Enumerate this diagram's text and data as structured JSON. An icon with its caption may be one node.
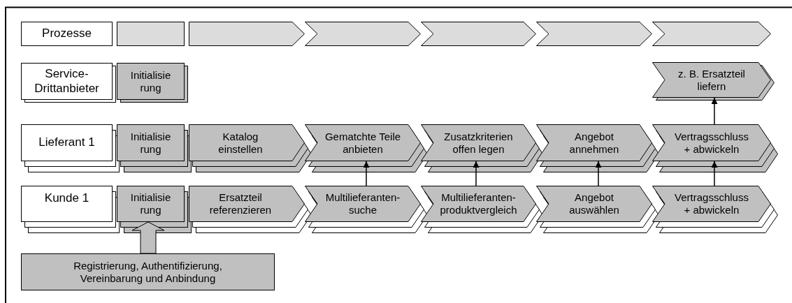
{
  "diagram": {
    "nodes": [
      {
        "text": [
          "Prozesse"
        ]
      },
      {
        "text": [],
        "shape": "box"
      },
      {
        "text": [],
        "shape": "chevron"
      },
      {
        "text": [],
        "shape": "chevron"
      },
      {
        "text": [],
        "shape": "chevron"
      },
      {
        "text": [],
        "shape": "chevron"
      },
      {
        "text": [],
        "shape": "chevron"
      },
      {
        "text": [
          "Service-Drittanbieter"
        ]
      },
      {
        "text": [
          "Initialisie rung"
        ]
      },
      {
        "text": [
          "z. B. Ersatzteil liefern"
        ]
      },
      {
        "text": [
          "Lieferant 1"
        ]
      },
      {
        "text": [
          "Initialisie rung"
        ]
      },
      {
        "text": [
          "Katalog einstellen"
        ]
      },
      {
        "text": [
          "Gematchte Teile anbieten"
        ]
      },
      {
        "text": [
          "Zusatzkriterien offen legen"
        ]
      },
      {
        "text": [
          "Angebot annehmen"
        ]
      },
      {
        "text": [
          "Vertragsschluss + abwickeln"
        ]
      },
      {
        "text": [
          "Kunde 1"
        ]
      },
      {
        "text": [
          "Initialisie rung"
        ]
      },
      {
        "text": [
          "Ersatzteil referenzieren"
        ]
      },
      {
        "text": [
          "Multilieferanten-suche"
        ]
      },
      {
        "text": [
          "Multilieferanten-produktvergleich"
        ]
      },
      {
        "text": [
          "Angebot auswählen"
        ]
      },
      {
        "text": [
          "Vertragsschluss + abwickeln"
        ]
      },
      {
        "text": [
          "Registrierung, Authentifizierung, Vereinbarung und Anbindung"
        ]
      }
    ],
    "edges": [
      {
        "from": 20,
        "to": 13,
        "arrow": "to"
      },
      {
        "from": 21,
        "to": 14,
        "arrow": "to"
      },
      {
        "from": 22,
        "to": 15,
        "arrow": "to"
      },
      {
        "from": 23,
        "to": 16,
        "arrow": "to"
      },
      {
        "from": 16,
        "to": 9,
        "arrow": "to"
      },
      {
        "from": 24,
        "to": 18,
        "arrow": "to",
        "style": "thick"
      }
    ]
  }
}
